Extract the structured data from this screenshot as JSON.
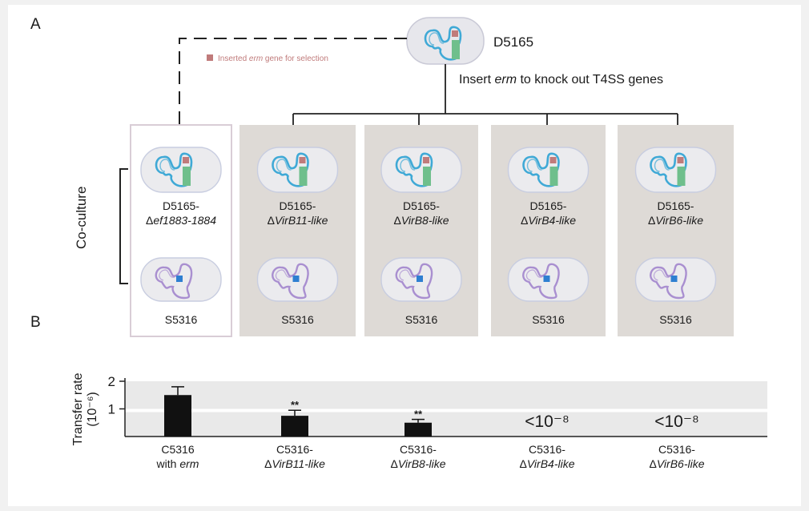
{
  "panel_labels": {
    "a": "A",
    "b": "B"
  },
  "donor": {
    "name": "D5165",
    "instruction": "Insert erm to knock out T4SS genes",
    "instruction_italic": "erm"
  },
  "legend": {
    "text": "Inserted erm gene for selection",
    "italic": "erm"
  },
  "coculture_label": "Co-culture",
  "strains": [
    {
      "line1": "D5165-",
      "line2": "Δef1883-1884",
      "recipient": "S5316",
      "shaded": false
    },
    {
      "line1": "D5165-",
      "line2": "ΔVirB11-like",
      "recipient": "S5316",
      "shaded": true
    },
    {
      "line1": "D5165-",
      "line2": "ΔVirB8-like",
      "recipient": "S5316",
      "shaded": true
    },
    {
      "line1": "D5165-",
      "line2": "ΔVirB4-like",
      "recipient": "S5316",
      "shaded": true
    },
    {
      "line1": "D5165-",
      "line2": "ΔVirB6-like",
      "recipient": "S5316",
      "shaded": true
    }
  ],
  "colors": {
    "donor_plasmid": "#3fa9d6",
    "recipient_plasmid": "#a98fd0",
    "erm_marker": "#c07b7b",
    "gene_block": "#6fbf8c",
    "recipient_marker": "#2e7fd1",
    "panel_shade": "#dedad6"
  },
  "chart_data": {
    "type": "bar",
    "ylabel": "Transfer rate (10⁻⁶)",
    "yticks": [
      1,
      2
    ],
    "ylim": [
      0,
      2
    ],
    "categories": [
      {
        "line1": "C5316",
        "line2": "with erm"
      },
      {
        "line1": "C5316-",
        "line2": "ΔVirB11-like"
      },
      {
        "line1": "C5316-",
        "line2": "ΔVirB8-like"
      },
      {
        "line1": "C5316-",
        "line2": "ΔVirB4-like"
      },
      {
        "line1": "C5316-",
        "line2": "ΔVirB6-like"
      }
    ],
    "values": [
      1.5,
      0.75,
      0.5,
      null,
      null
    ],
    "errors": [
      0.3,
      0.2,
      0.12,
      null,
      null
    ],
    "annotations": [
      "",
      "**",
      "**",
      "<10⁻⁸",
      "<10⁻⁸"
    ]
  }
}
